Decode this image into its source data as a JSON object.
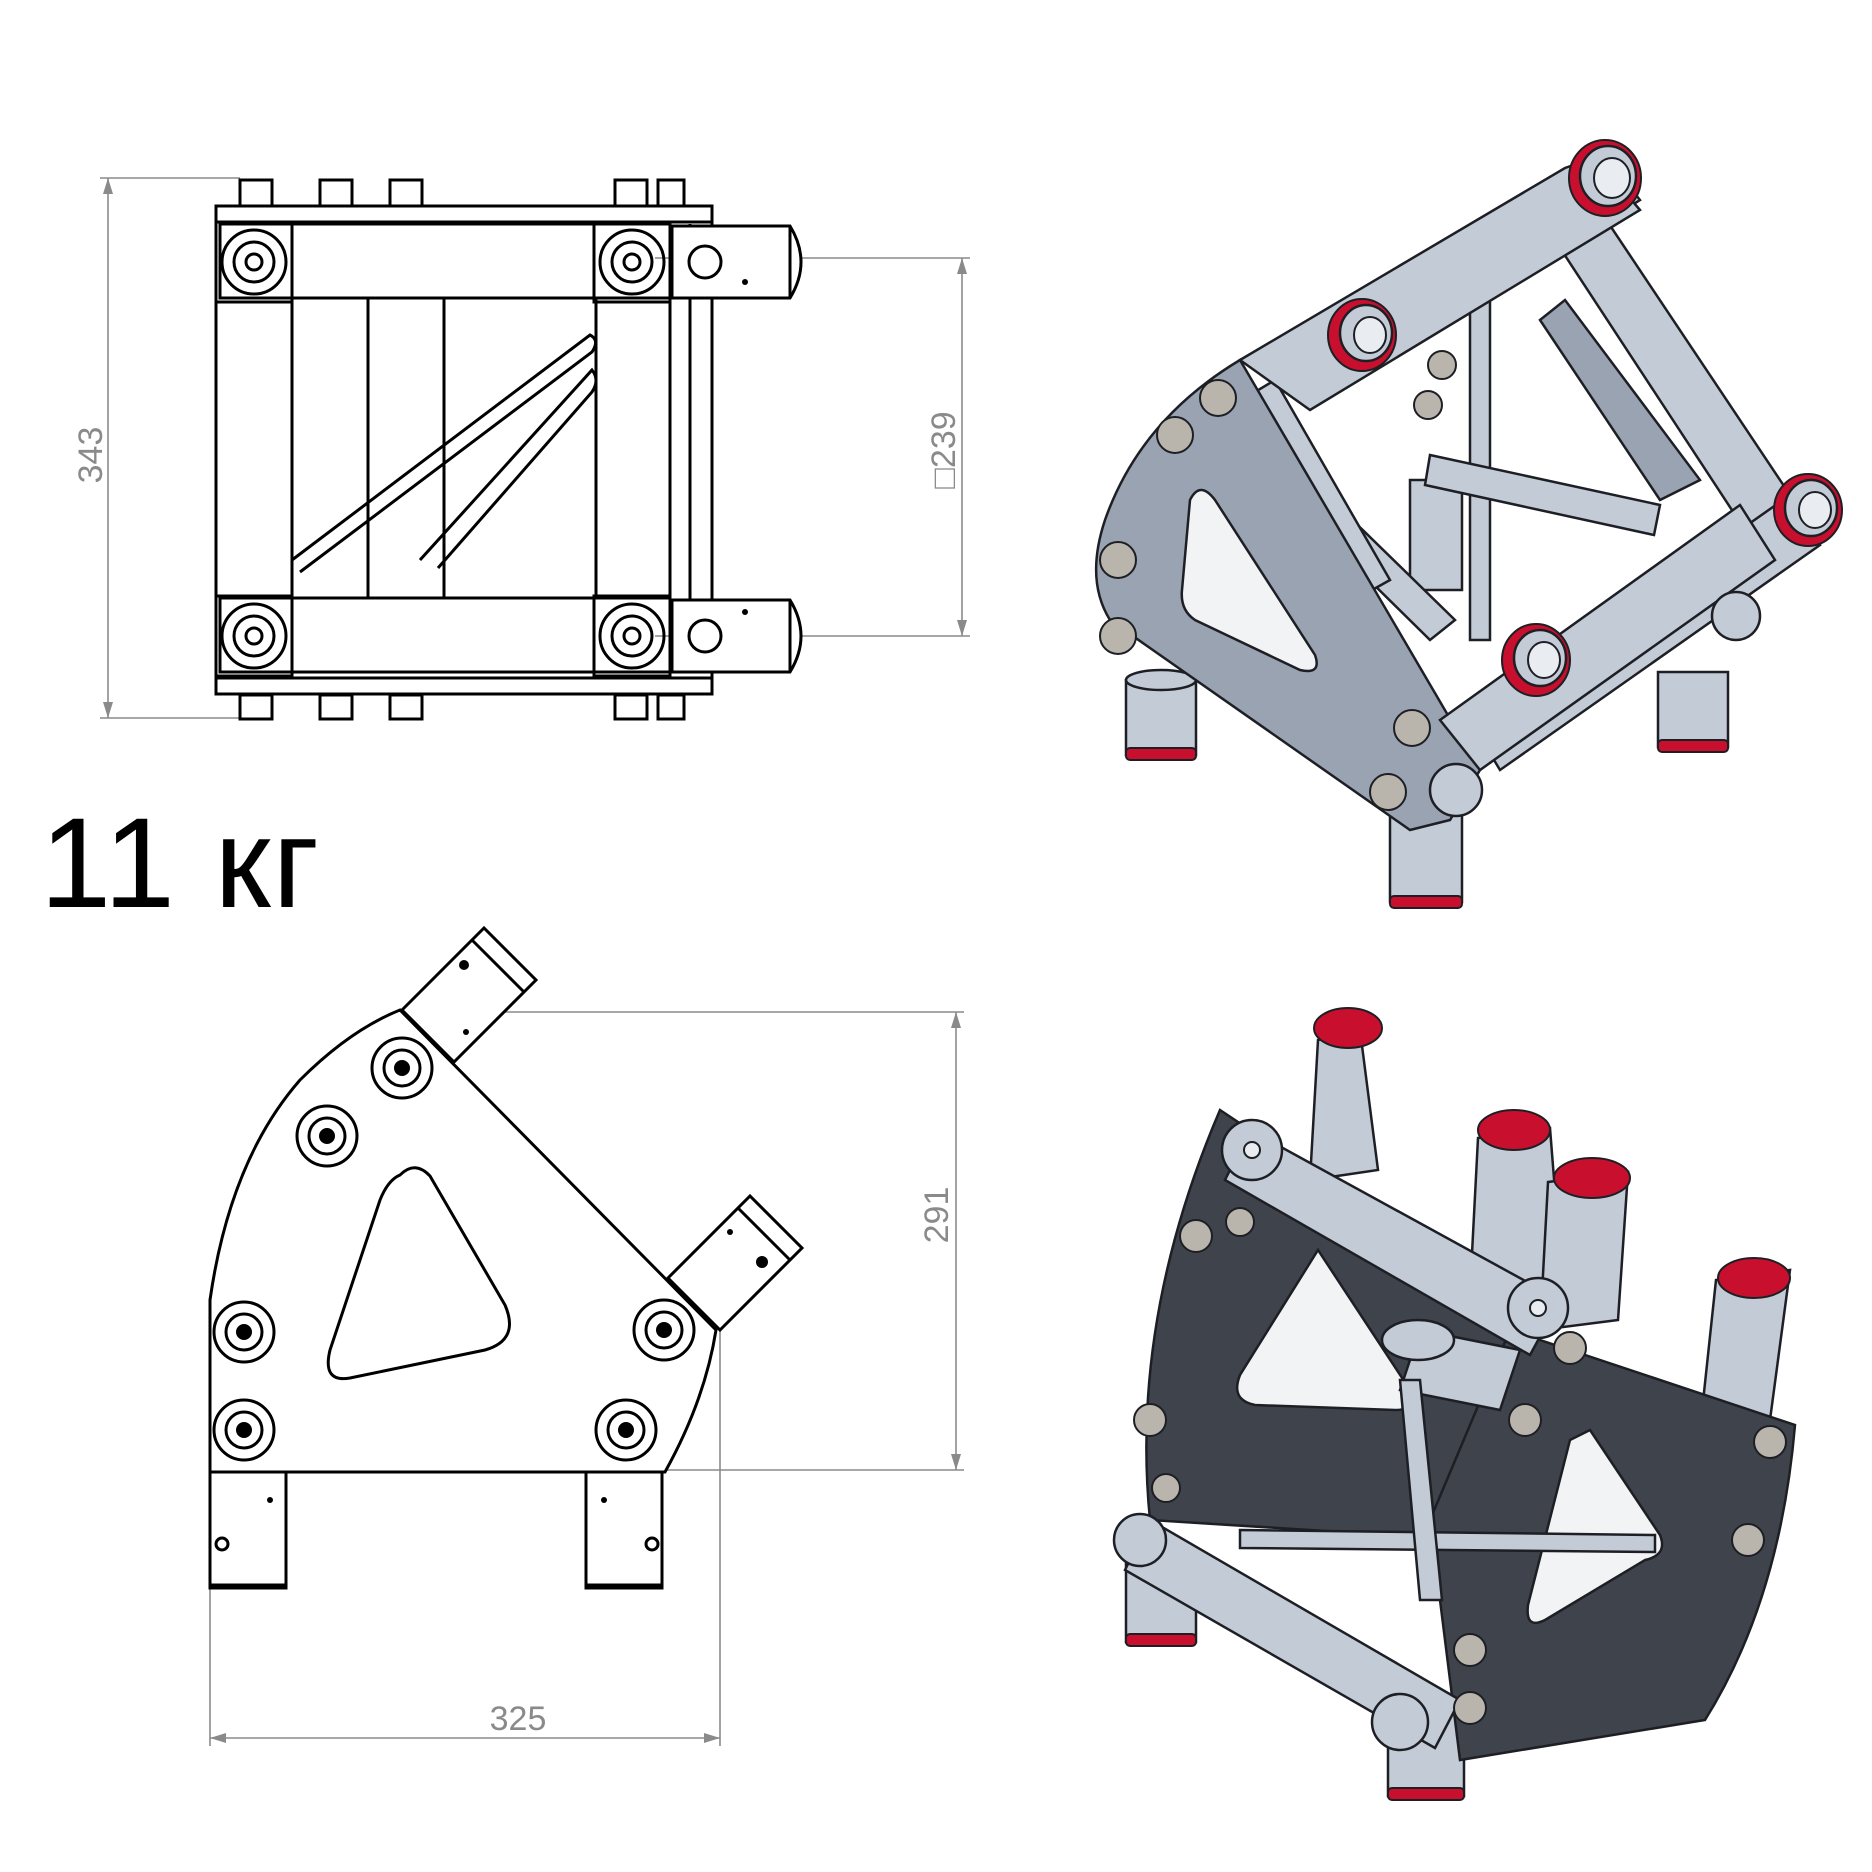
{
  "dimensions": {
    "top_view_height": "343",
    "top_view_section": "□239",
    "side_view_height": "291",
    "side_view_width": "325"
  },
  "weight_label": "11 кг",
  "colors": {
    "tube_metal": "#c3cbd6",
    "plate_metal": "#9aa3b2",
    "plate_dark": "#3f434b",
    "coupler_ring": "#c8102e",
    "dimension_line": "#8a8a8a"
  }
}
